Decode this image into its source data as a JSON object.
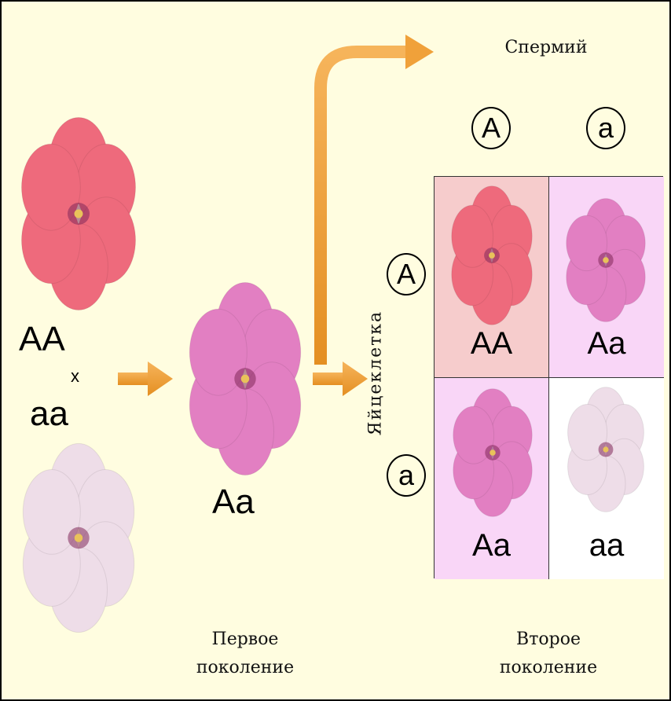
{
  "parents": {
    "dominant_genotype": "AA",
    "cross_symbol": "x",
    "recessive_genotype": "aa"
  },
  "first_generation": {
    "genotype": "Aa",
    "caption": "Первое\nпоколение"
  },
  "second_generation": {
    "caption": "Второе\nпоколение"
  },
  "sperm": {
    "label": "Спермий",
    "alleles": [
      "A",
      "a"
    ]
  },
  "egg": {
    "label": "Яйцеклетка",
    "alleles": [
      "A",
      "a"
    ]
  },
  "punnett": {
    "cells": [
      {
        "genotype": "AA",
        "background": "#f6cccc"
      },
      {
        "genotype": "Aa",
        "background": "#f9d6f7"
      },
      {
        "genotype": "Aa",
        "background": "#f9d6f7"
      },
      {
        "genotype": "aa",
        "background": "#ffffff"
      }
    ]
  },
  "colors": {
    "background": "#fffde0",
    "arrow": "#f0a13a",
    "flower_red": "#ee6a7c",
    "flower_pink": "#e27fc2",
    "flower_white": "#eedde8"
  }
}
